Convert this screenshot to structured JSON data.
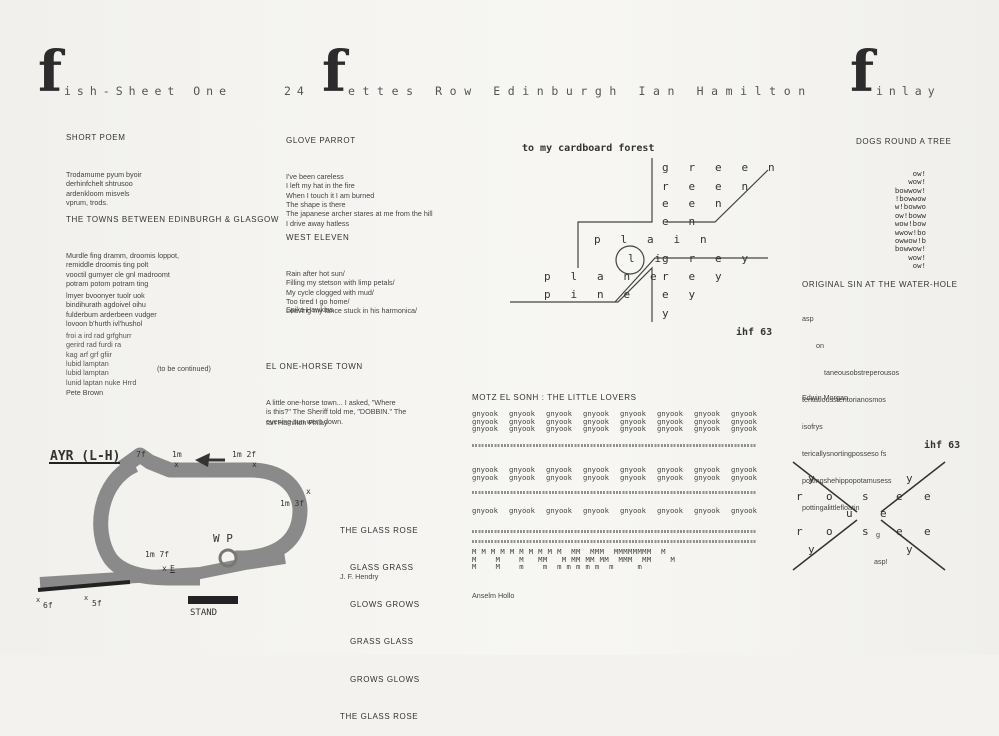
{
  "masthead": {
    "f_letter": "f",
    "segment1": "ish-Sheet One",
    "segment2": "24",
    "segment3": "ettes Row Edinburgh Ian Hamilton",
    "segment4": "inlay"
  },
  "short_poem": {
    "title": "SHORT POEM",
    "lines": [
      "Trodamume pyum byoir",
      "derhinfchelt shtrusoo",
      "ardenkloom misvels",
      "vprum, trods."
    ]
  },
  "towns": {
    "title": "THE TOWNS BETWEEN EDINBURGH & GLASGOW",
    "stanza1": [
      "Murdle fing dramm, droomis loppot,",
      "remiddle droomis ting polt",
      "vooctil gurnyer cle gnl madroomt",
      "potram potom potram ting"
    ],
    "stanza2": [
      "lmyer bvoonyer tuolr uok",
      "bindihurath agdoivel oihu",
      "fulderbum arderbeen vudger",
      "lovoon b'hurth ivl'hushol"
    ],
    "stanza3": [
      "froi a ird rad grfghurr",
      "gerird rad furdi ra",
      "kag arf grf gfiir",
      "lubid lamptan",
      "lubid lamptan",
      "lunid laptan nuke Hrrd"
    ],
    "continued": "(to be continued)",
    "author": "Pete Brown"
  },
  "glove_parrot": {
    "title": "GLOVE PARROT",
    "lines": [
      "I've been careless",
      "I left my hat in the fire",
      "When I touch it I am burned",
      "The shape is there",
      "The japanese archer stares at me from the hill",
      "I drive away hatless"
    ]
  },
  "west_eleven": {
    "title": "WEST ELEVEN",
    "lines": [
      "Rain after hot sun/",
      "Filling my stetson with limp petals/",
      "My cycle clogged with mud/",
      "Too tired I go home/",
      "Leaving my lance stuck in his harmonica/"
    ],
    "author": "Spike Hawkins"
  },
  "one_horse": {
    "title": "EL ONE-HORSE TOWN",
    "lines": [
      "A little one-horse town... I asked, \"Where",
      "is this?\" The Sheriff told me, \"DOBBIN.\" The",
      "evening sun went down."
    ],
    "author": "Ian Hamilton Finlay"
  },
  "glass_rose": {
    "lines": [
      "THE GLASS ROSE",
      "GLASS GRASS",
      "GLOWS GROWS",
      "GRASS GLASS",
      "GROWS GLOWS",
      "THE GLASS ROSE"
    ],
    "author": "J. F. Hendry"
  },
  "ayr_map": {
    "title": "AYR (L-H)",
    "labels": {
      "7f": "7f",
      "1m_top": "1m",
      "1m2f": "1m 2f",
      "1m3f": "1m 3f",
      "1m7f": "1m 7f",
      "e": "E",
      "wp": "W P",
      "6f": "6f",
      "5f": "5f",
      "stand": "STAND"
    },
    "markers": {
      "x": "x"
    }
  },
  "cardboard": {
    "title": "to my cardboard forest",
    "green": [
      "g",
      "r",
      "e",
      "e",
      "n"
    ],
    "reen": [
      "r",
      "e",
      "e",
      "n"
    ],
    "een": [
      "e",
      "e",
      "n"
    ],
    "en": [
      "e",
      "n"
    ],
    "plain": [
      "p",
      "l",
      "a",
      "i",
      "n"
    ],
    "li": [
      "l",
      "i"
    ],
    "grey": [
      "g",
      "r",
      "e",
      "y"
    ],
    "plane": [
      "p",
      "l",
      "a",
      "n",
      "e"
    ],
    "rey": [
      "r",
      "e",
      "y"
    ],
    "pine": [
      "p",
      "i",
      "n",
      "e"
    ],
    "ey": [
      "e",
      "y"
    ],
    "y": "y",
    "signature": "ihf 63"
  },
  "little_lovers": {
    "title": "MOTZ EL SONH : THE LITTLE LOVERS",
    "word": "gnyook",
    "m_row1": "M M M M M M M M M M  MM  MMM  MMMMMMMM  M",
    "m_row2": "M    M    M   MM   M MM MM MM  MMM  MM    M",
    "m_row3": "M    M    m    m  m m m m m  m     m",
    "author": "Anselm Hollo"
  },
  "dogs": {
    "title": "DOGS ROUND A TREE",
    "lines": [
      "ow!",
      "wow!",
      "bowwow!",
      "!bowwow",
      "w!bowwo",
      "ow!boww",
      "wow!bow",
      "wwow!bo",
      "owwow!b",
      "bowwow!",
      "wow!",
      "ow!"
    ]
  },
  "original_sin": {
    "title": "ORIGINAL SIN AT THE WATER-HOLE",
    "lines": [
      "asp",
      "on",
      "taneousobstreperousos",
      "tentatiousstentorianosmos",
      "isofrys",
      "tericallysnortingposseso fs",
      "pottingshehippopotamusess",
      "pottingalittlefloatin",
      "g",
      "asp!"
    ],
    "author": "Edwin Morgan"
  },
  "rose_diagram": {
    "signature": "ihf 63",
    "y": "y",
    "r": "r",
    "o": "o",
    "s": "s",
    "e": "e",
    "u": "u"
  }
}
